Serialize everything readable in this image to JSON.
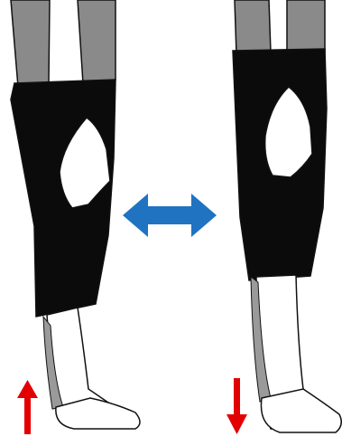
{
  "colors": {
    "background": "#ffffff",
    "pants": "#0b0b0b",
    "sleeve": "#8a8a8a",
    "line": "#111111",
    "shadow": "#9a9a9a",
    "double_arrow": "#1f73c1",
    "arrow": "#e30000"
  },
  "icons": {
    "double_arrow": "left-right-arrow-icon",
    "up_arrow": "up-arrow-icon",
    "down_arrow": "down-arrow-icon"
  },
  "figures": [
    {
      "name": "left-figure",
      "arrow": "up"
    },
    {
      "name": "right-figure",
      "arrow": "down"
    }
  ]
}
